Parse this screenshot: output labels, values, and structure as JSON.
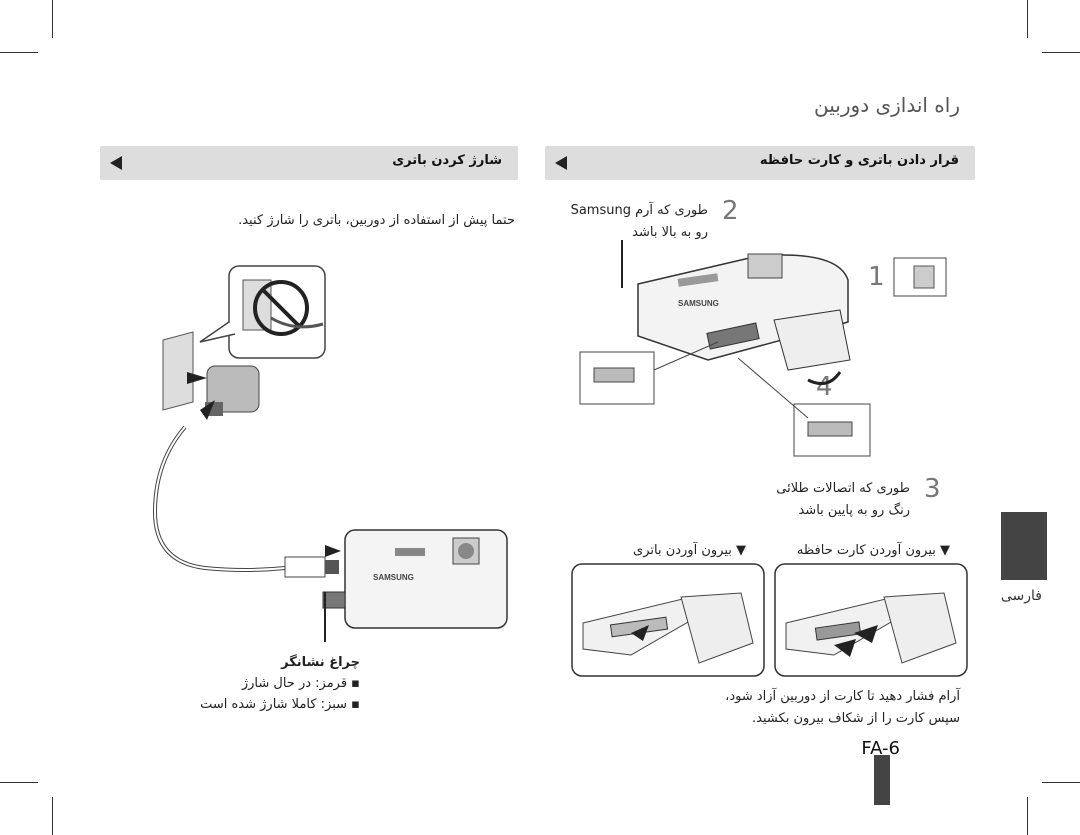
{
  "page": {
    "title": "راه اندازی دوربین",
    "page_number": "FA-6",
    "side_tab": "فارسی"
  },
  "right_section": {
    "header": "قرار دادن باتری و کارت حافظه",
    "step1_number": "1",
    "step2_number": "2",
    "step2_text_line1": "Samsung طوری که آرم",
    "step2_text_line2": "رو به بالا باشد",
    "step3_number": "3",
    "step3_text_line1": "طوری که اتصالات طلائی",
    "step3_text_line2": "رنگ رو به پایین باشد",
    "step4_number": "4",
    "remove_memory_label": "▼ بیرون آوردن کارت حافظه",
    "remove_battery_label": "▼ بیرون آوردن باتری",
    "note_line1": "آرام فشار دهید تا کارت از دوربین آزاد شود،",
    "note_line2": "سپس کارت را از شکاف بیرون بکشید."
  },
  "left_section": {
    "header": "شارژ کردن باتری",
    "intro_text": "حتما پیش از استفاده از دوربین، باتری را شارژ کنید.",
    "lamp_title": "چراغ نشانگر",
    "lamp_red": "▪ قرمز: در حال شارژ",
    "lamp_green": "▪ سبز: کاملا شارژ شده است"
  },
  "camera_brand": "SAMSUNG"
}
